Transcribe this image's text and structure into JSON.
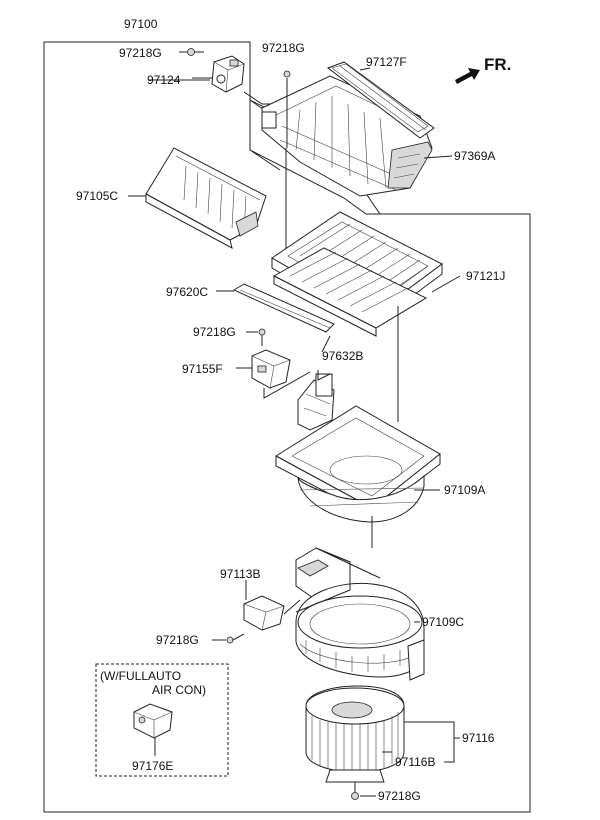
{
  "diagram": {
    "orientation": "FR.",
    "option_note_line1": "(W/FULLAUTO",
    "option_note_line2": "AIR CON)",
    "parts": {
      "p97100": "97100",
      "p97218G_a": "97218G",
      "p97124": "97124",
      "p97218G_b": "97218G",
      "p97127F": "97127F",
      "p97369A": "97369A",
      "p97105C": "97105C",
      "p97121J": "97121J",
      "p97620C": "97620C",
      "p97218G_c": "97218G",
      "p97632B": "97632B",
      "p97155F": "97155F",
      "p97109A": "97109A",
      "p97113B": "97113B",
      "p97218G_d": "97218G",
      "p97109C": "97109C",
      "p97116": "97116",
      "p97116B": "97116B",
      "p97176E": "97176E",
      "p97218G_e": "97218G"
    }
  }
}
